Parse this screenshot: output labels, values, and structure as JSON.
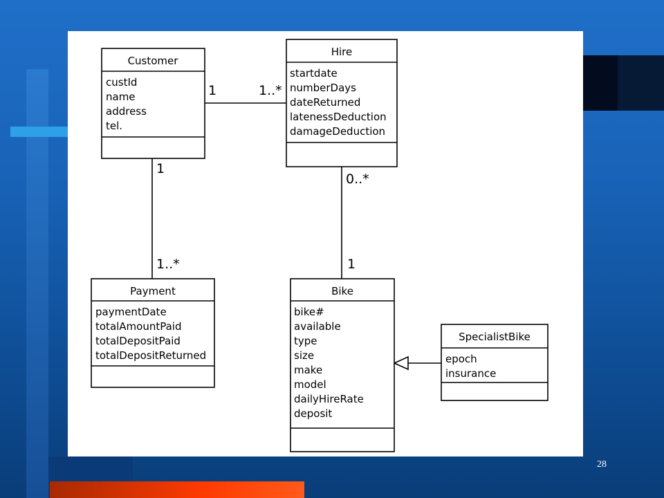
{
  "diagram": {
    "classes": {
      "customer": {
        "name": "Customer",
        "attributes": [
          "custId",
          "name",
          "address",
          "tel."
        ]
      },
      "hire": {
        "name": "Hire",
        "attributes": [
          "startdate",
          "numberDays",
          "dateReturned",
          "latenessDeduction",
          "damageDeduction"
        ]
      },
      "payment": {
        "name": "Payment",
        "attributes": [
          "paymentDate",
          "totalAmountPaid",
          "totalDepositPaid",
          "totalDepositReturned"
        ]
      },
      "bike": {
        "name": "Bike",
        "attributes": [
          "bike#",
          "available",
          "type",
          "size",
          "make",
          "model",
          "dailyHireRate",
          "deposit"
        ]
      },
      "specialist_bike": {
        "name": "SpecialistBike",
        "attributes": [
          "epoch",
          "insurance"
        ]
      }
    },
    "associations": {
      "customer_hire": {
        "from_mult": "1",
        "to_mult": "1..*"
      },
      "customer_payment": {
        "from_mult": "1",
        "to_mult": "1..*"
      },
      "hire_bike": {
        "from_mult": "0..*",
        "to_mult": "1"
      }
    },
    "generalization": {
      "child": "SpecialistBike",
      "parent": "Bike"
    }
  },
  "slide": {
    "page_number": "28"
  }
}
